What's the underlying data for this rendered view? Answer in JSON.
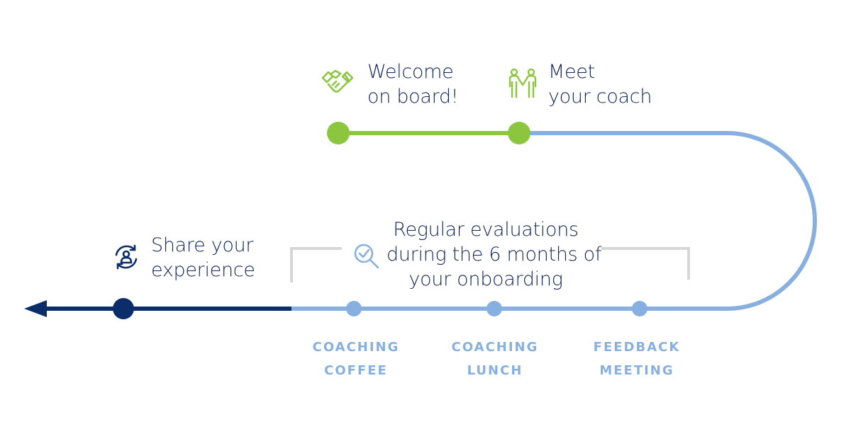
{
  "colors": {
    "green": "#8cc63f",
    "light_blue": "#87b0e0",
    "dark_blue": "#0b2e6b",
    "gray": "#d6d6d6",
    "text": "#14275a"
  },
  "steps": {
    "welcome": {
      "line1": "Welcome",
      "line2": "on board!",
      "icon": "handshake-icon"
    },
    "meet_coach": {
      "line1": "Meet",
      "line2": "your coach",
      "icon": "people-icon"
    },
    "evaluations": {
      "line1": "Regular evaluations",
      "line2": "during the 6 months of",
      "line3": "your onboarding",
      "icon": "magnifier-check-icon"
    },
    "share": {
      "line1": "Share your",
      "line2": "experience",
      "icon": "user-cycle-icon"
    }
  },
  "milestones": [
    {
      "line1": "COACHING",
      "line2": "COFFEE"
    },
    {
      "line1": "COACHING",
      "line2": "LUNCH"
    },
    {
      "line1": "FEEDBACK",
      "line2": "MEETING"
    }
  ]
}
